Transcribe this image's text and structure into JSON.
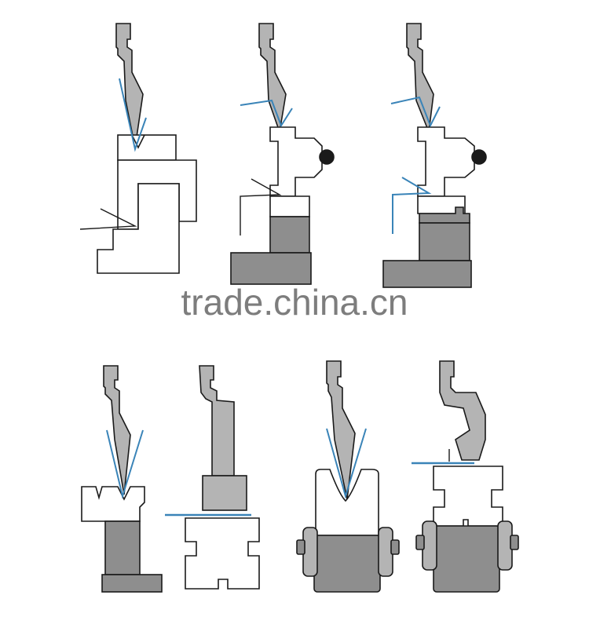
{
  "watermark": {
    "text": "trade.china.cn"
  },
  "colors": {
    "background": "#ffffff",
    "outline": "#1a1a1a",
    "tool_fill": "#b4b4b4",
    "base_fill": "#8e8e8e",
    "sheet_blue": "#3a84b8",
    "sheet_black": "#1a1a1a"
  },
  "figures": [
    {
      "name": "standard-v-bend-die-setup"
    },
    {
      "name": "segmented-holder-setup"
    },
    {
      "name": "holder-on-block-setup"
    },
    {
      "name": "v-die-on-block-setup"
    },
    {
      "name": "flattening-tool-setup"
    },
    {
      "name": "roller-v-die-setup"
    },
    {
      "name": "gooseneck-roller-setup"
    }
  ]
}
